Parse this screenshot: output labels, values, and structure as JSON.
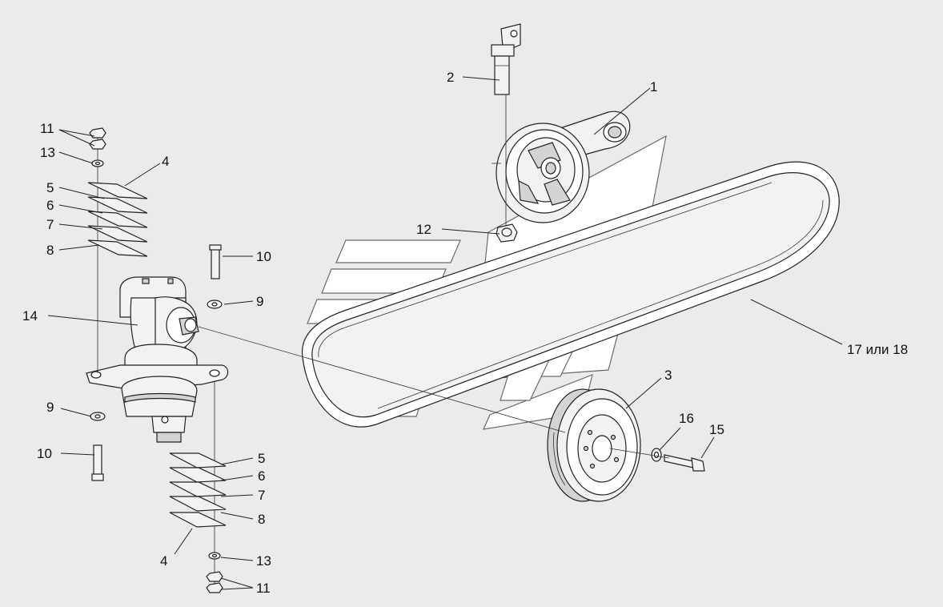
{
  "background": "#ebebeb",
  "callouts": {
    "c1": "1",
    "c2": "2",
    "c3": "3",
    "c4_top": "4",
    "c4_bottom": "4",
    "c5_top": "5",
    "c5_bottom": "5",
    "c6_top": "6",
    "c6_bottom": "6",
    "c7_top": "7",
    "c7_bottom": "7",
    "c8_top": "8",
    "c8_bottom": "8",
    "c9_left": "9",
    "c9_right": "9",
    "c10_left": "10",
    "c10_right": "10",
    "c11_top": "11",
    "c11_bottom": "11",
    "c12": "12",
    "c13_top": "13",
    "c13_bottom": "13",
    "c14": "14",
    "c15": "15",
    "c16": "16",
    "c17": "17 или 18"
  }
}
